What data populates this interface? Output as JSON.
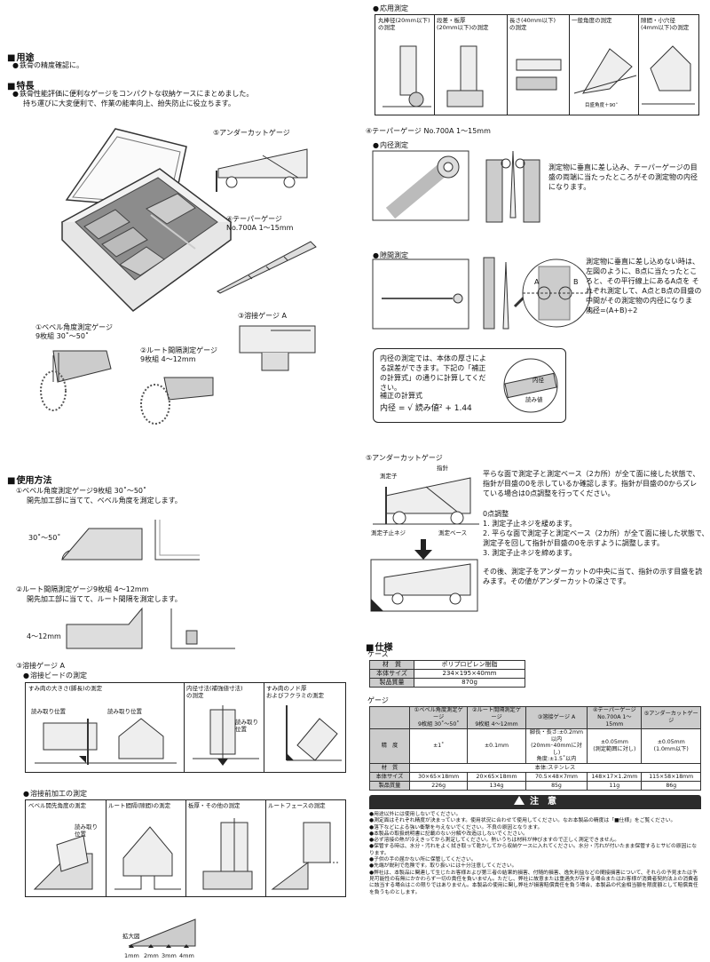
{
  "usage": {
    "heading": "用途",
    "text": "鉄骨の精度確認に。"
  },
  "features": {
    "heading": "特長",
    "lines": [
      "鉄骨性能評価に便利なゲージをコンパクトな収納ケースにまとめました。",
      "持ち運びに大変便利で、作業の能率向上、紛失防止に役立ちます。"
    ]
  },
  "callouts": {
    "undercut": "⑤アンダーカットゲージ",
    "taper": "④テーパーゲージ\nNo.700A 1～15mm",
    "weld": "③溶接ゲージ A",
    "bevel": "①ベベル角度測定ゲージ\n9枚組 30˚～50˚",
    "root": "②ルート間隔測定ゲージ\n9枚組 4～12mm"
  },
  "howto": {
    "heading": "使用方法",
    "bevel_title": "①ベベル角度測定ゲージ9枚組 30˚～50˚",
    "bevel_desc": "開先加工部に当てて、ベベル角度を測定します。",
    "bevel_label": "30˚～50˚",
    "root_title": "②ルート間隔測定ゲージ9枚組 4～12mm",
    "root_desc": "開先加工部に当てて、ルート間隔を測定します。",
    "root_label": "4～12mm",
    "weld_title": "③溶接ゲージ A",
    "bead_title": "溶接ビードの測定",
    "bead_cells": [
      "すみ肉の大きさ(脚長)の測定",
      "内径寸法(補強値寸法)\nの測定",
      "すみ肉のノド厚\nおよびフクラミの測定"
    ],
    "read_pos": "読み取り位置",
    "pre_title": "溶接前加工の測定",
    "pre_cells": [
      "ベベル開先角度の測定",
      "ルート間隔(隙間)の測定",
      "板厚・その他の測定",
      "ルートフェースの測定"
    ],
    "zoom_label": "拡大図",
    "zoom_ticks": [
      "1mm",
      "2mm",
      "3mm",
      "4mm"
    ]
  },
  "applied": {
    "heading": "応用測定",
    "cells": [
      "丸棒径(20mm以下)\nの測定",
      "段差・板厚\n(20mm以下)の測定",
      "長さ(40mm以下)\nの測定",
      "一般角度の測定",
      "隙間・小穴径\n(4mm以下)の測定"
    ],
    "angle_note": "目盛角度＋90˚"
  },
  "taper_section": {
    "heading": "④テーパーゲージ No.700A 1～15mm",
    "inner_title": "内径測定",
    "inner_desc": "測定物に垂直に差し込み、テーパーゲージの目盛の両端に当たったところがその測定物の内径になります。",
    "gap_title": "隙間測定",
    "gap_desc": "測定物に垂直に差し込めない時は、左図のように、B点に当たったところと、その平行線上にあるA点を それぞれ測定して、A点とB点の目盛の中間がその測定物の内径になります。",
    "gap_formula": "内径=(A+B)÷2",
    "point_a": "A",
    "point_b": "B",
    "correction_desc": "内径の測定では、本体の厚さによる誤差ができます。下記の「補正の計算式」の通りに計算してください。",
    "correction_title": "補正の計算式",
    "correction_formula": "内径 = √ 読み値² + 1.44",
    "diagram_inner": "内径",
    "diagram_read": "読み値"
  },
  "undercut_section": {
    "heading": "⑤アンダーカットゲージ",
    "label_probe": "測定子",
    "label_needle": "指針",
    "label_screw": "測定子止ネジ",
    "label_base": "測定ベース",
    "desc1": "平らな面で測定子と測定ベース（2カ所）が全て面に接した状態で、指針が目盛の0を示しているか確認します。指針が目盛の0からズレている場合は0点調整を行ってください。",
    "zero_title": "0点調整",
    "steps": [
      "1. 測定子止ネジを緩めます。",
      "2. 平らな面で測定子と測定ベース（2カ所）が全て面に接した状態で、\n    測定子を回して指針が目盛の0を示すように調整します。",
      "3. 測定子止ネジを締めます。"
    ],
    "desc2": "その後、測定子をアンダーカットの中央に当て、指針の示す目盛を読みます。その値がアンダーカットの深さです。"
  },
  "specs": {
    "heading": "仕様",
    "case_title": "ケース",
    "case_rows": [
      [
        "材　質",
        "ポリプロピレン樹脂"
      ],
      [
        "本体サイズ",
        "234×195×40mm"
      ],
      [
        "製品質量",
        "870g"
      ]
    ],
    "gauge_title": "ゲージ",
    "gauge_cols": [
      "①ベベル角度測定ゲージ\n9枚組 30˚～50˚",
      "②ルート間隔測定ゲージ\n9枚組 4～12mm",
      "③溶接ゲージ A",
      "④テーパーゲージ\nNo.700A 1～15mm",
      "⑤アンダーカットゲージ"
    ],
    "precision_label": "精　度",
    "precision": [
      "±1˚",
      "±0.1mm",
      "脚長・長さ:±0.2mm以内\n(20mm･40mmに対し)\n角度:±1.5˚以内",
      "±0.05mm\n(測定範囲に対し)",
      "±0.05mm\n(1.0mm以下)"
    ],
    "material_label": "材　質",
    "material": "本体:ステンレス",
    "size_label": "本体サイズ",
    "sizes": [
      "30×65×18mm",
      "20×65×18mm",
      "70.5×48×7mm",
      "148×17×1.2mm",
      "115×58×18mm"
    ],
    "weight_label": "製品質量",
    "weights": [
      "226g",
      "134g",
      "85g",
      "11g",
      "86g"
    ]
  },
  "caution": {
    "title": "注　意",
    "notes": [
      "用途以外には使用しないでください。",
      "測定面はそれぞれ精度が決まっています。使用状況に合わせて使用してください。なお本製品の精度は「■仕様」をご覧ください。",
      "落下などによる強い衝撃を与えないでください。不良の原因となります。",
      "本製品の取扱説明書に記載のない分解や改造はしないでください。",
      "必ず溶接の熱が冷えきってから測定してください。熱いうちは材料が伸びますので正しく測定できません。",
      "保管する時は、水分・汚れをよく拭き取って乾かしてから収納ケースに入れてください。水分・汚れが付いたまま保管するとサビの原因になります。",
      "子供の手の届かない所に保管してください。",
      "先端が鋭利で危険です。取り扱いには十分注意してください。",
      "弊社は、本製品に関連して生じたお客様および第三者の結果的損害、付随的損害、逸失利益などの間接損害について、それらの予見または予見可能性の有無にかかわらず一切の責任を負いません。ただし、弊社に故意または重過失が存する場合またはお客様が消費者契約法上の消費者に該当する場合はこの限りではありません。本製品の使用に関し弊社が損害賠償責任を負う場合、本製品の代金相当額を限度額として賠償責任を負うものとします。"
    ]
  }
}
